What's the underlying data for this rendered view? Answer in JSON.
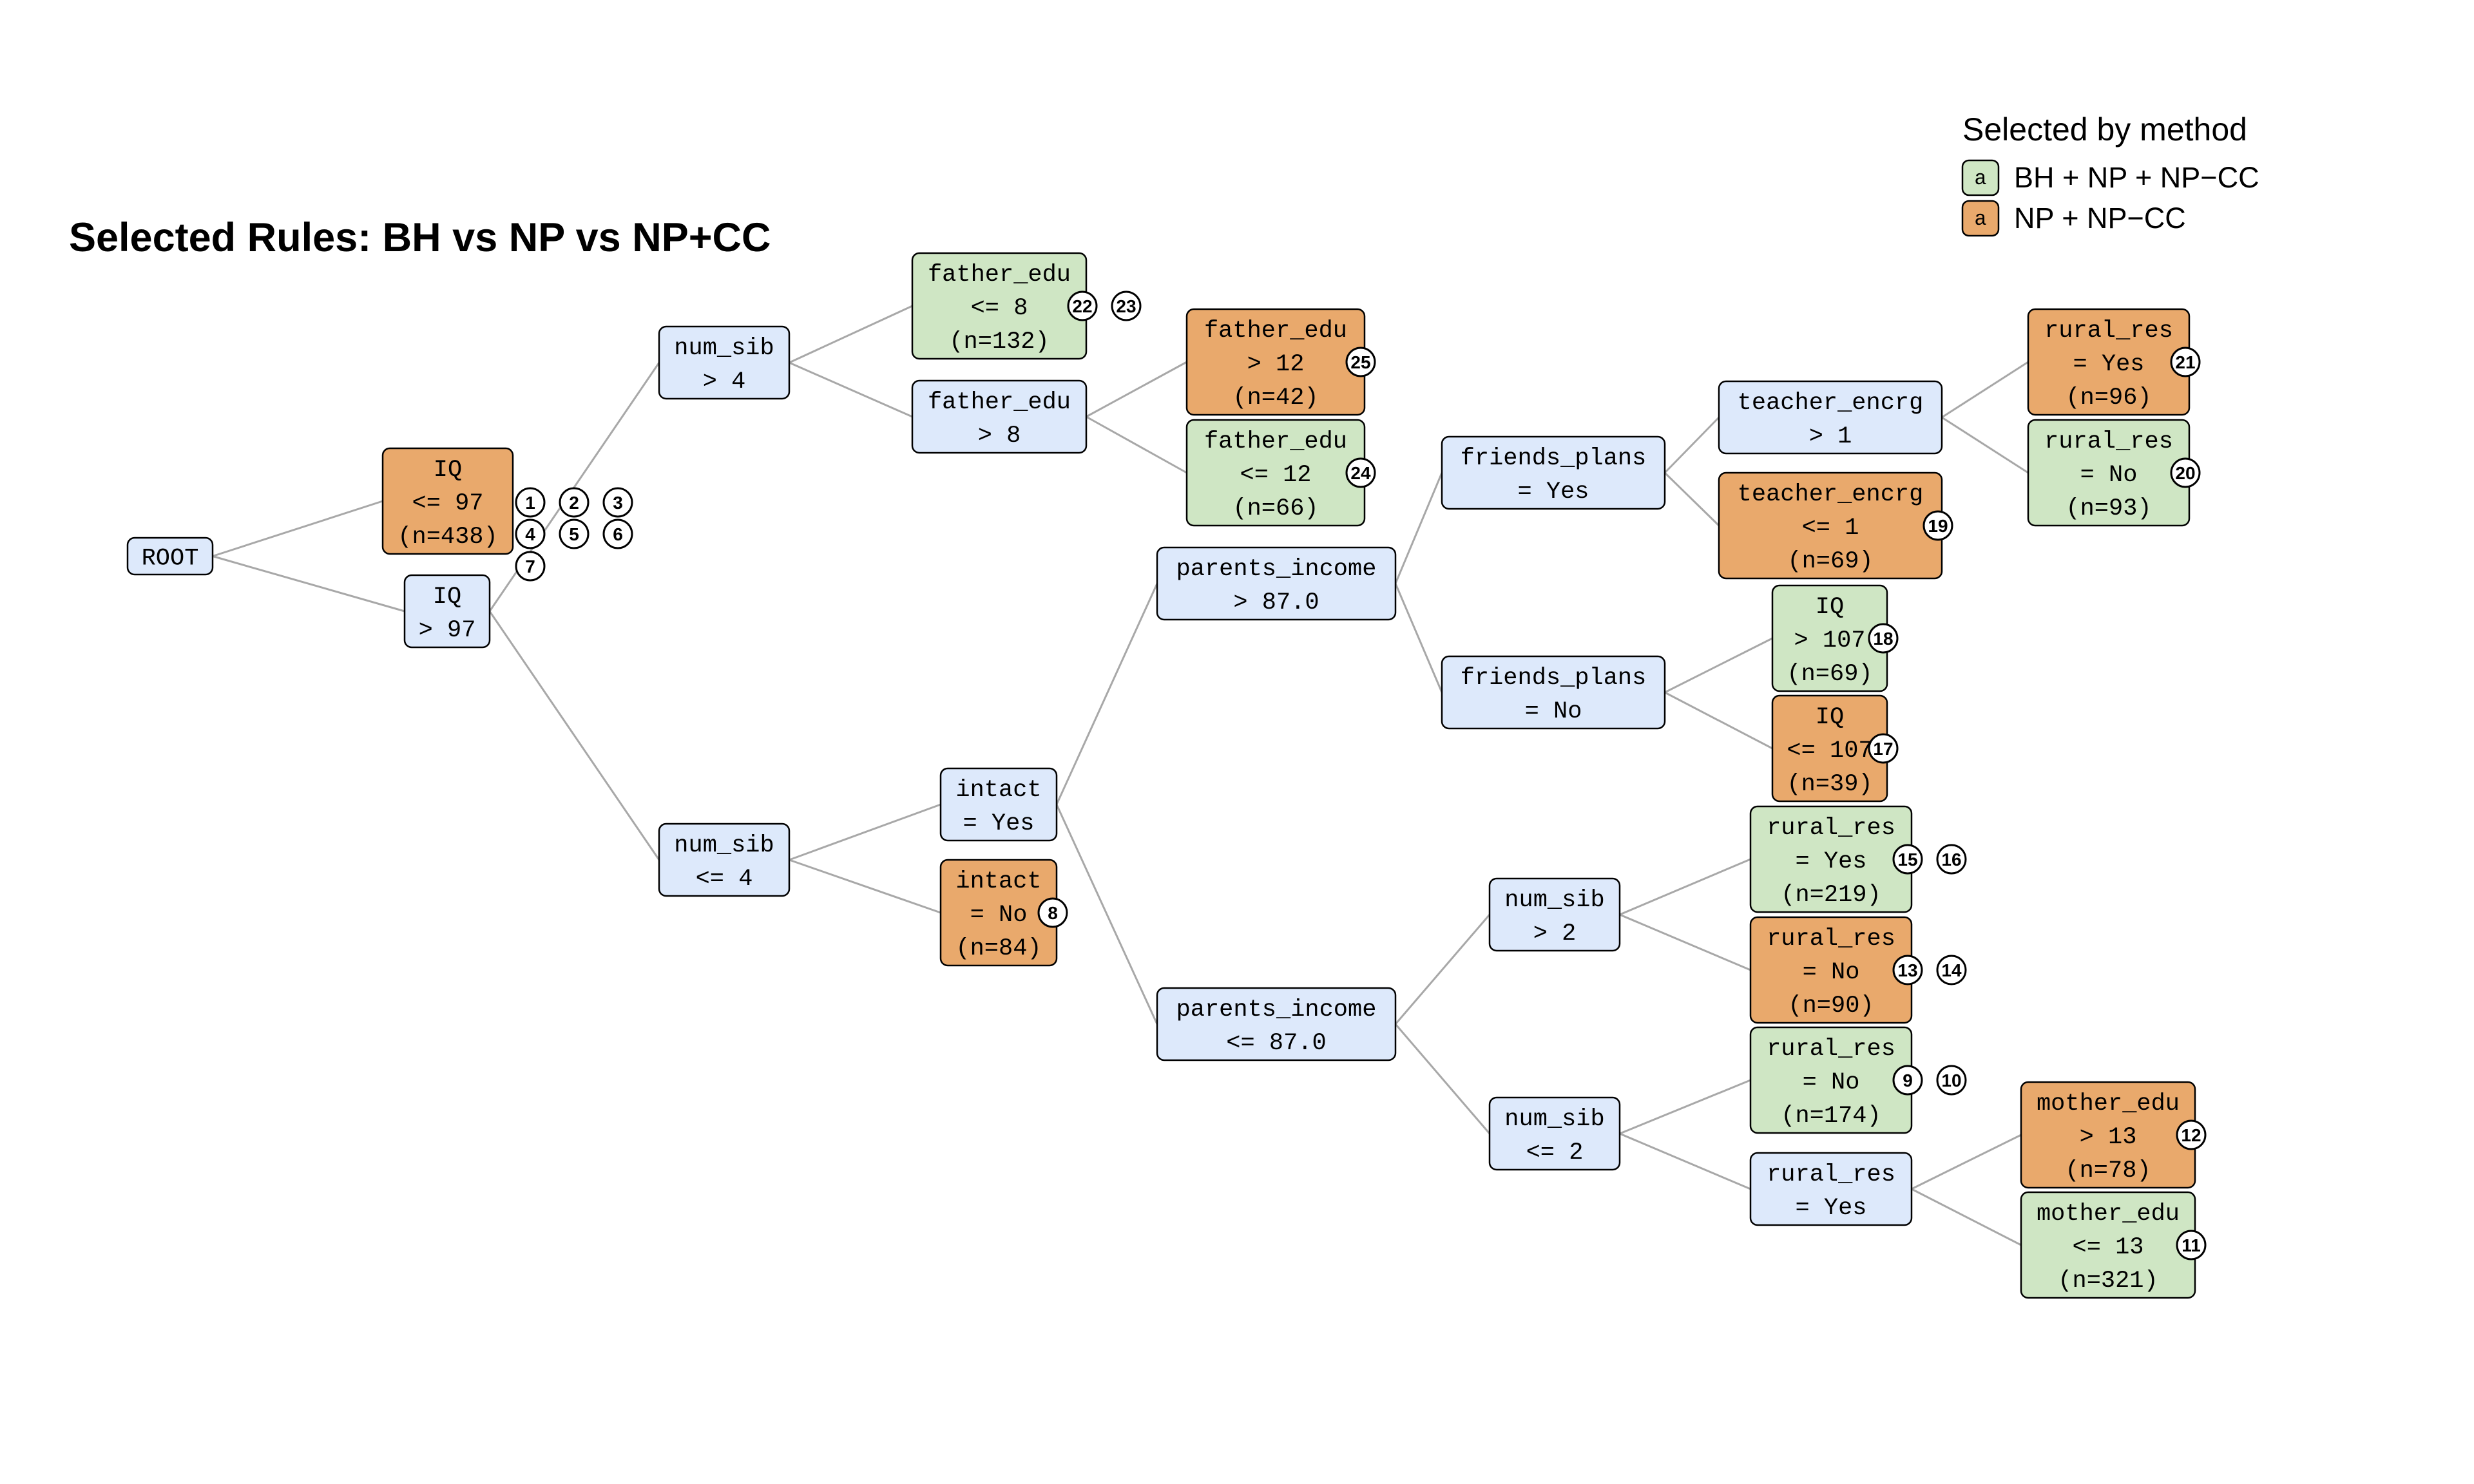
{
  "title": "Selected Rules: BH vs NP vs NP+CC",
  "legend": {
    "title": "Selected by method",
    "items": [
      {
        "swatch": "a",
        "label": "BH + NP + NP−CC",
        "color": "#cfe6c4"
      },
      {
        "swatch": "a",
        "label": "NP + NP−CC",
        "color": "#e9a96c"
      }
    ]
  },
  "colors": {
    "blue": "#dde9fb",
    "green": "#cfe6c4",
    "orange": "#e9a96c",
    "edge": "#a8a8a8"
  },
  "nodes": [
    {
      "id": "root",
      "lines": [
        "ROOT"
      ],
      "fill": "blue"
    },
    {
      "id": "iq_le97",
      "lines": [
        "IQ",
        "<= 97",
        "(n=438)"
      ],
      "fill": "orange",
      "badges": [
        "1",
        "2",
        "3",
        "4",
        "5",
        "6",
        "7"
      ]
    },
    {
      "id": "iq_gt97",
      "lines": [
        "IQ",
        "> 97"
      ],
      "fill": "blue"
    },
    {
      "id": "ns_gt4",
      "lines": [
        "num_sib",
        "> 4"
      ],
      "fill": "blue"
    },
    {
      "id": "ns_le4",
      "lines": [
        "num_sib",
        "<= 4"
      ],
      "fill": "blue"
    },
    {
      "id": "fe_le8",
      "lines": [
        "father_edu",
        "<= 8",
        "(n=132)"
      ],
      "fill": "green",
      "badges": [
        "22",
        "23"
      ]
    },
    {
      "id": "fe_gt8",
      "lines": [
        "father_edu",
        "> 8"
      ],
      "fill": "blue"
    },
    {
      "id": "fe_gt12",
      "lines": [
        "father_edu",
        "> 12",
        "(n=42)"
      ],
      "fill": "orange",
      "badges": [
        "25"
      ]
    },
    {
      "id": "fe_le12",
      "lines": [
        "father_edu",
        "<= 12",
        "(n=66)"
      ],
      "fill": "green",
      "badges": [
        "24"
      ]
    },
    {
      "id": "intact_yes",
      "lines": [
        "intact",
        "= Yes"
      ],
      "fill": "blue"
    },
    {
      "id": "intact_no",
      "lines": [
        "intact",
        "= No",
        "(n=84)"
      ],
      "fill": "orange",
      "badges": [
        "8"
      ]
    },
    {
      "id": "pi_gt87",
      "lines": [
        "parents_income",
        "> 87.0"
      ],
      "fill": "blue"
    },
    {
      "id": "pi_le87",
      "lines": [
        "parents_income",
        "<= 87.0"
      ],
      "fill": "blue"
    },
    {
      "id": "fp_yes",
      "lines": [
        "friends_plans",
        "= Yes"
      ],
      "fill": "blue"
    },
    {
      "id": "fp_no",
      "lines": [
        "friends_plans",
        "= No"
      ],
      "fill": "blue"
    },
    {
      "id": "te_gt1",
      "lines": [
        "teacher_encrg",
        "> 1"
      ],
      "fill": "blue"
    },
    {
      "id": "te_le1",
      "lines": [
        "teacher_encrg",
        "<= 1",
        "(n=69)"
      ],
      "fill": "orange",
      "badges": [
        "19"
      ]
    },
    {
      "id": "rr_yes_21",
      "lines": [
        "rural_res",
        "= Yes",
        "(n=96)"
      ],
      "fill": "orange",
      "badges": [
        "21"
      ]
    },
    {
      "id": "rr_no_20",
      "lines": [
        "rural_res",
        "= No",
        "(n=93)"
      ],
      "fill": "green",
      "badges": [
        "20"
      ]
    },
    {
      "id": "iq_gt107",
      "lines": [
        "IQ",
        "> 107",
        "(n=69)"
      ],
      "fill": "green",
      "badges": [
        "18"
      ]
    },
    {
      "id": "iq_le107",
      "lines": [
        "IQ",
        "<= 107",
        "(n=39)"
      ],
      "fill": "orange",
      "badges": [
        "17"
      ]
    },
    {
      "id": "ns_gt2",
      "lines": [
        "num_sib",
        "> 2"
      ],
      "fill": "blue"
    },
    {
      "id": "ns_le2",
      "lines": [
        "num_sib",
        "<= 2"
      ],
      "fill": "blue"
    },
    {
      "id": "rr_yes_15",
      "lines": [
        "rural_res",
        "= Yes",
        "(n=219)"
      ],
      "fill": "green",
      "badges": [
        "15",
        "16"
      ]
    },
    {
      "id": "rr_no_13",
      "lines": [
        "rural_res",
        "= No",
        "(n=90)"
      ],
      "fill": "orange",
      "badges": [
        "13",
        "14"
      ]
    },
    {
      "id": "rr_no_9",
      "lines": [
        "rural_res",
        "= No",
        "(n=174)"
      ],
      "fill": "green",
      "badges": [
        "9",
        "10"
      ]
    },
    {
      "id": "rr_yes_b",
      "lines": [
        "rural_res",
        "= Yes"
      ],
      "fill": "blue"
    },
    {
      "id": "me_gt13",
      "lines": [
        "mother_edu",
        "> 13",
        "(n=78)"
      ],
      "fill": "orange",
      "badges": [
        "12"
      ]
    },
    {
      "id": "me_le13",
      "lines": [
        "mother_edu",
        "<= 13",
        "(n=321)"
      ],
      "fill": "green",
      "badges": [
        "11"
      ]
    }
  ],
  "edges": [
    [
      "root",
      "iq_le97"
    ],
    [
      "root",
      "iq_gt97"
    ],
    [
      "iq_gt97",
      "ns_gt4"
    ],
    [
      "iq_gt97",
      "ns_le4"
    ],
    [
      "ns_gt4",
      "fe_le8"
    ],
    [
      "ns_gt4",
      "fe_gt8"
    ],
    [
      "fe_gt8",
      "fe_gt12"
    ],
    [
      "fe_gt8",
      "fe_le12"
    ],
    [
      "ns_le4",
      "intact_yes"
    ],
    [
      "ns_le4",
      "intact_no"
    ],
    [
      "intact_yes",
      "pi_gt87"
    ],
    [
      "intact_yes",
      "pi_le87"
    ],
    [
      "pi_gt87",
      "fp_yes"
    ],
    [
      "pi_gt87",
      "fp_no"
    ],
    [
      "fp_yes",
      "te_gt1"
    ],
    [
      "fp_yes",
      "te_le1"
    ],
    [
      "te_gt1",
      "rr_yes_21"
    ],
    [
      "te_gt1",
      "rr_no_20"
    ],
    [
      "fp_no",
      "iq_gt107"
    ],
    [
      "fp_no",
      "iq_le107"
    ],
    [
      "pi_le87",
      "ns_gt2"
    ],
    [
      "pi_le87",
      "ns_le2"
    ],
    [
      "ns_gt2",
      "rr_yes_15"
    ],
    [
      "ns_gt2",
      "rr_no_13"
    ],
    [
      "ns_le2",
      "rr_no_9"
    ],
    [
      "ns_le2",
      "rr_yes_b"
    ],
    [
      "rr_yes_b",
      "me_gt13"
    ],
    [
      "rr_yes_b",
      "me_le13"
    ]
  ]
}
